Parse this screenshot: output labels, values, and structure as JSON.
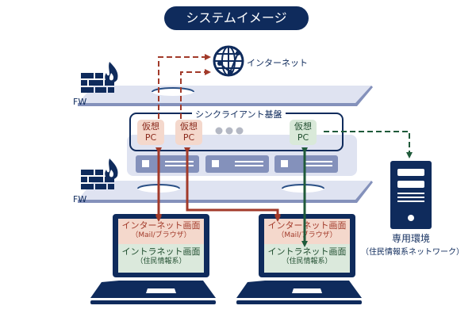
{
  "title": "システムイメージ",
  "internet": {
    "label": "インターネット",
    "icon": "globe-icon"
  },
  "firewalls": [
    {
      "label": "FW",
      "icon": "firewall-icon"
    },
    {
      "label": "FW",
      "icon": "firewall-icon"
    }
  ],
  "thin_client_platform": {
    "label": "シンクライアント基盤",
    "virtual_pcs": [
      {
        "line1": "仮想",
        "line2": "PC",
        "type": "internet"
      },
      {
        "line1": "仮想",
        "line2": "PC",
        "type": "internet"
      },
      {
        "line1": "仮想",
        "line2": "PC",
        "type": "intranet"
      }
    ],
    "ellipsis": "●●●"
  },
  "laptops": [
    {
      "internet_screen": {
        "title": "インターネット画面",
        "sub": "（Mail/ブラウザ）"
      },
      "intranet_screen": {
        "title": "イントラネット画面",
        "sub": "（住民情報系）"
      }
    },
    {
      "internet_screen": {
        "title": "インターネット画面",
        "sub": "（Mail/ブラウザ）"
      },
      "intranet_screen": {
        "title": "イントラネット画面",
        "sub": "（住民情報系）"
      }
    }
  ],
  "dedicated_env": {
    "label": "専用環境",
    "sub": "（住民情報系ネットワーク）",
    "icon": "server-icon"
  },
  "colors": {
    "navy": "#0f2b5c",
    "internet_path": "#a23a2a",
    "intranet_path": "#1f5a3a",
    "platform": "#dfe3f1",
    "server_block": "#8491bb"
  }
}
